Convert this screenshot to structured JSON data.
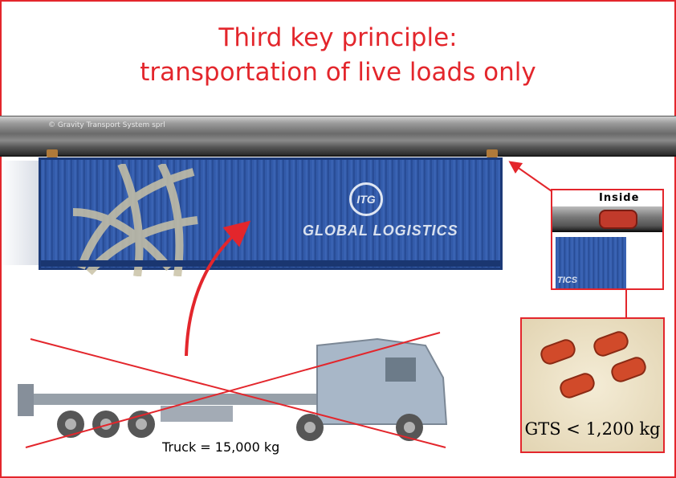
{
  "title": {
    "line1": "Third key principle:",
    "line2": "transportation of live loads only"
  },
  "copyright": "© Gravity Transport System sprl",
  "container": {
    "logo_badge": "ITG",
    "logo_text": "GLOBAL LOGISTICS"
  },
  "inside_panel": {
    "label": "Inside",
    "container_text": "TICS"
  },
  "gts_panel": {
    "label": "GTS < 1,200 kg"
  },
  "truck": {
    "label": "Truck = 15,000 kg"
  },
  "colors": {
    "accent": "#e3262c",
    "container_blue": "#2f57a6",
    "bogie": "#c13a2b"
  }
}
